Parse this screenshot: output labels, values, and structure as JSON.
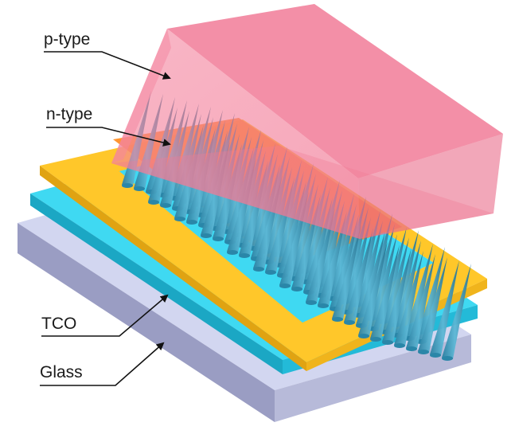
{
  "labels": {
    "p_type": "p-type",
    "n_type": "n-type",
    "tco": "TCO",
    "glass": "Glass"
  },
  "colors": {
    "glass_top": "#cfd3ee",
    "glass_front": "#8d90b7",
    "glass_side": "#b3b6d6",
    "tco_top": "#3fd9f2",
    "tco_front": "#1ba7c4",
    "tco_side": "#22bcd9",
    "frame_top": "#ffc72a",
    "frame_front": "#e0a312",
    "frame_side": "#f0b41c",
    "n_layer": "#ff8c1f",
    "p_block": "#f57a96",
    "p_block_dark": "#e26483",
    "nanorod": "#2e8eb0",
    "nanorod_light": "#5bb6d3",
    "line": "#111111"
  },
  "icons": [
    "nanocone-rod",
    "arrow-pointer"
  ]
}
